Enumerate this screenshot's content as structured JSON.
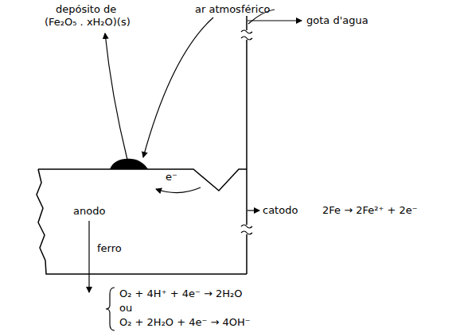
{
  "diagram": {
    "labels": [
      "depósito de",
      "(Fe₂O₅ . xH₂O)(s)",
      "ar atmosférico",
      "gota d'agua",
      "e⁻",
      "anodo",
      "catodo",
      "2Fe → 2Fe²⁺ + 2e⁻",
      "ferro",
      "O₂ + 4H⁺ + 4e⁻ → 2H₂O",
      "ou",
      "O₂ + 2H₂O + 4e⁻ → 4OH⁻"
    ]
  }
}
